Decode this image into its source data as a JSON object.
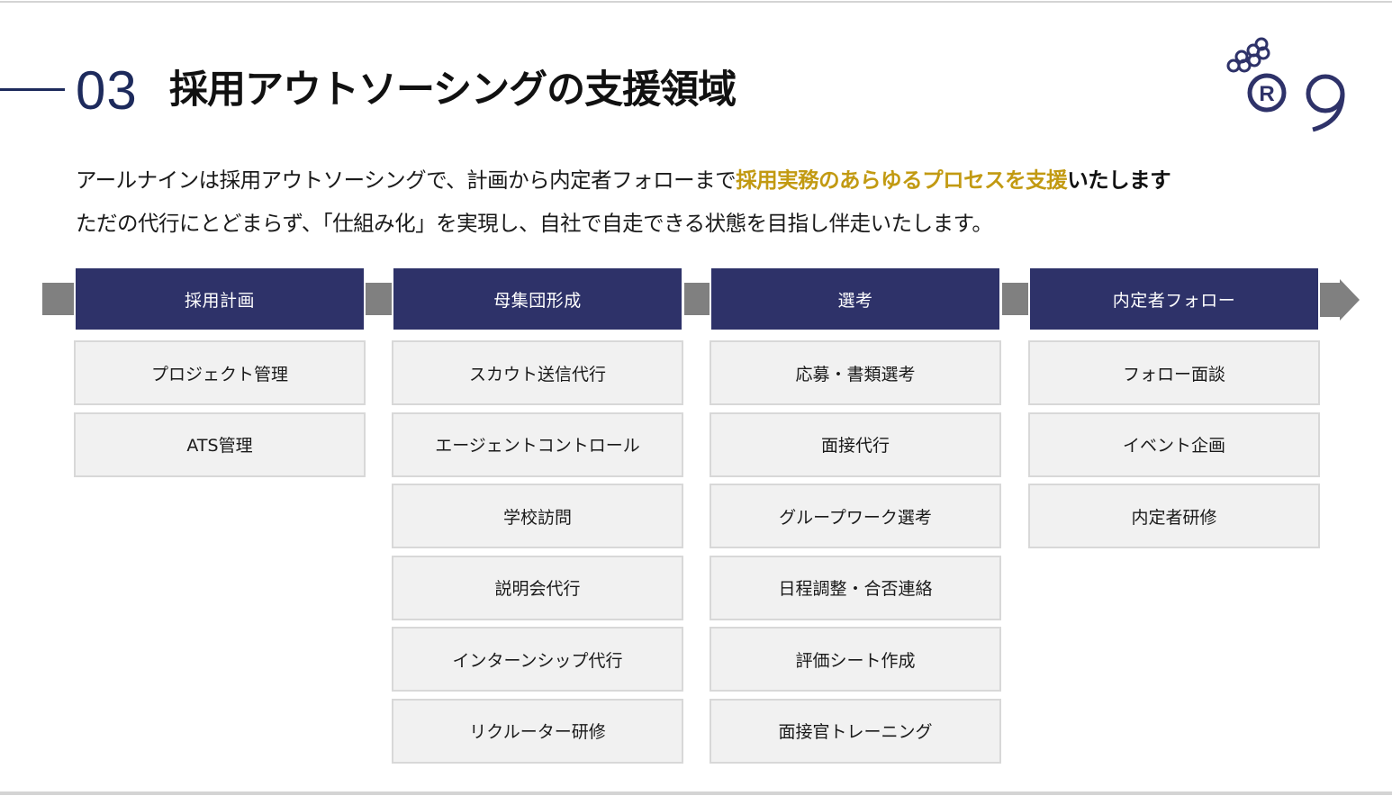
{
  "header": {
    "number": "03",
    "title": "採用アウトソーシングの支援領域"
  },
  "lead": {
    "line1_before": "アールナインは採用アウトソーシングで、計画から内定者フォローまで",
    "line1_highlight": "採用実務のあらゆるプロセスを支援",
    "line1_after": "いたします",
    "line2": "ただの代行にとどまらず、「仕組み化」を実現し、自社で自走できる状態を目指し伴走いたします。"
  },
  "logo": {
    "icon": "r9-circles-logo-icon",
    "mark": "R"
  },
  "colors": {
    "accent_navy": "#2e3269",
    "highlight_gold": "#c29a12",
    "connector_gray": "#808080",
    "item_bg": "#f1f1f1"
  },
  "columns": [
    {
      "header": "採用計画",
      "items": [
        "プロジェクト管理",
        "ATS管理"
      ]
    },
    {
      "header": "母集団形成",
      "items": [
        "スカウト送信代行",
        "エージェントコントロール",
        "学校訪問",
        "説明会代行",
        "インターンシップ代行",
        "リクルーター研修"
      ]
    },
    {
      "header": "選考",
      "items": [
        "応募・書類選考",
        "面接代行",
        "グループワーク選考",
        "日程調整・合否連絡",
        "評価シート作成",
        "面接官トレーニング"
      ]
    },
    {
      "header": "内定者フォロー",
      "items": [
        "フォロー面談",
        "イベント企画",
        "内定者研修"
      ]
    }
  ]
}
